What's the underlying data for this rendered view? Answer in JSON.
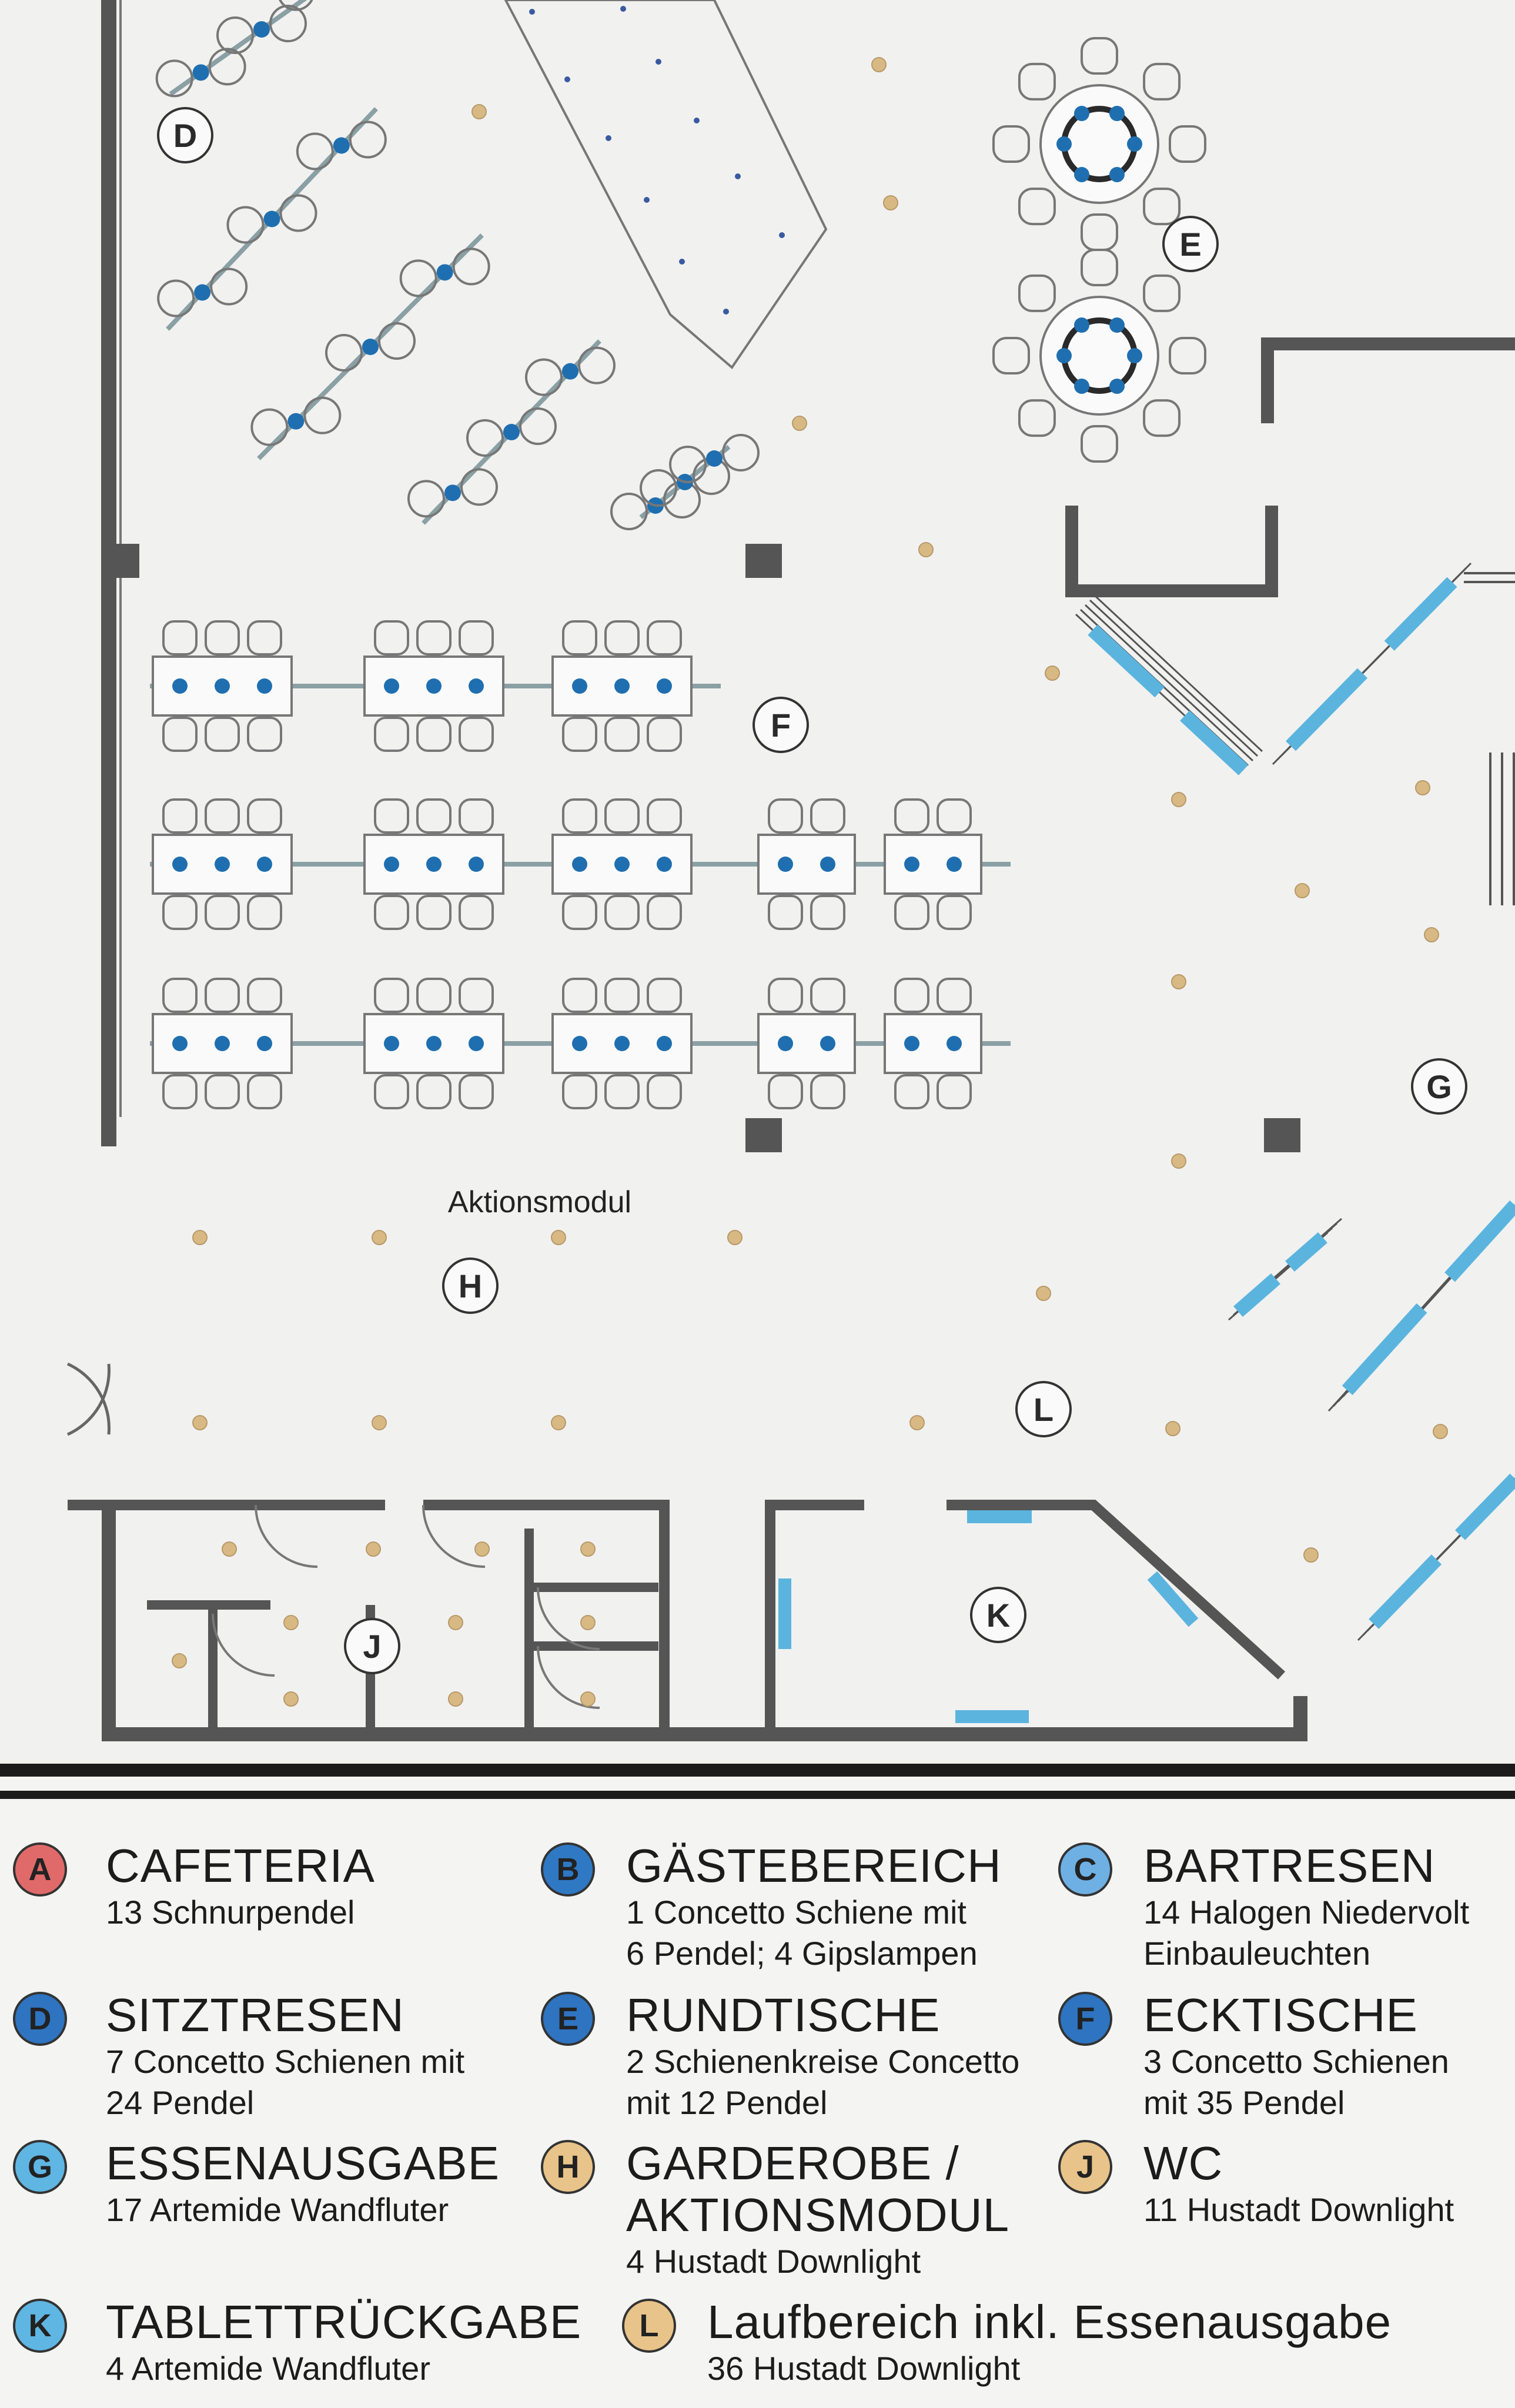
{
  "plan": {
    "zone_labels": [
      "D",
      "E",
      "F",
      "G",
      "H",
      "J",
      "K",
      "L"
    ],
    "annotation": "Aktionsmodul",
    "colors": {
      "wall": "#555555",
      "table_line": "#8f8f8f",
      "rail": "#8aa0a4",
      "pendant": "#1f6fb0",
      "downlight": "#d9b983",
      "fluter": "#5bb4de"
    }
  },
  "legend": {
    "entries": [
      {
        "letter": "A",
        "color": "#e06a6a",
        "title": "CAFETERIA",
        "lines": [
          "13 Schnurpendel"
        ]
      },
      {
        "letter": "B",
        "color": "#2f78c4",
        "title": "GÄSTEBEREICH",
        "lines": [
          "1 Concetto Schiene mit",
          "6 Pendel; 4 Gipslampen"
        ]
      },
      {
        "letter": "C",
        "color": "#6fb0e4",
        "title": "BARTRESEN",
        "lines": [
          "14 Halogen Niedervolt",
          "Einbauleuchten"
        ]
      },
      {
        "letter": "D",
        "color": "#2e74c0",
        "title": "SITZTRESEN",
        "lines": [
          "7 Concetto Schienen mit",
          "24 Pendel"
        ]
      },
      {
        "letter": "E",
        "color": "#2e74c0",
        "title": "RUNDTISCHE",
        "lines": [
          "2 Schienenkreise Concetto",
          "mit 12 Pendel"
        ]
      },
      {
        "letter": "F",
        "color": "#2e74c0",
        "title": "ECKTISCHE",
        "lines": [
          "3 Concetto Schienen",
          "mit 35 Pendel"
        ]
      },
      {
        "letter": "G",
        "color": "#5fb6e2",
        "title": "ESSENAUSGABE",
        "lines": [
          "17 Artemide Wandfluter"
        ]
      },
      {
        "letter": "H",
        "color": "#e8c48a",
        "title": "GARDEROBE /",
        "title2": "AKTIONSMODUL",
        "lines": [
          "4 Hustadt Downlight"
        ]
      },
      {
        "letter": "J",
        "color": "#e8c48a",
        "title": "WC",
        "lines": [
          "11 Hustadt Downlight"
        ]
      },
      {
        "letter": "K",
        "color": "#5fb6e2",
        "title": "TABLETTRÜCKGABE",
        "lines": [
          "4 Artemide Wandfluter"
        ]
      },
      {
        "letter": "L",
        "color": "#e8c48a",
        "title": "Laufbereich inkl. Essenausgabe",
        "lines": [
          "36 Hustadt Downlight"
        ]
      }
    ]
  }
}
